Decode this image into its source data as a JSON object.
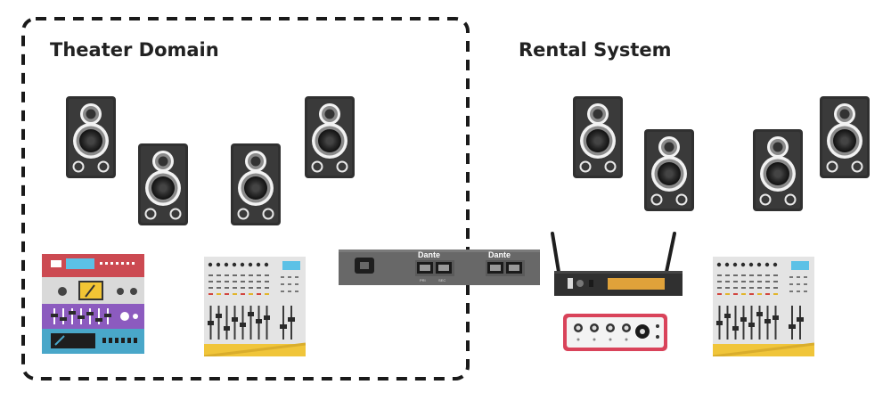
{
  "domains": {
    "theater_label": "Theater Domain",
    "rental_label": "Rental System"
  },
  "bridge": {
    "brand_left": "Dante",
    "brand_right": "Dante",
    "port_labels": [
      "PRI",
      "SEC"
    ]
  },
  "colors": {
    "speaker_body": "#303030",
    "speaker_ring": "#8a8a8a",
    "dashed_border": "#1a1a1a",
    "bridge_body": "#686868",
    "mixer_body": "#e4e4e4",
    "mixer_base": "#f0c53a",
    "rack_red": "#cc4a52",
    "rack_purple": "#8c5bbf",
    "rack_blue": "#49a7c9",
    "interface_red": "#d9435a",
    "display_amber": "#e0a23a"
  },
  "icons": [
    "loudspeaker-icon",
    "rack-processor-icon",
    "mixing-console-icon",
    "dante-bridge-icon",
    "wireless-receiver-icon",
    "audio-interface-icon"
  ]
}
